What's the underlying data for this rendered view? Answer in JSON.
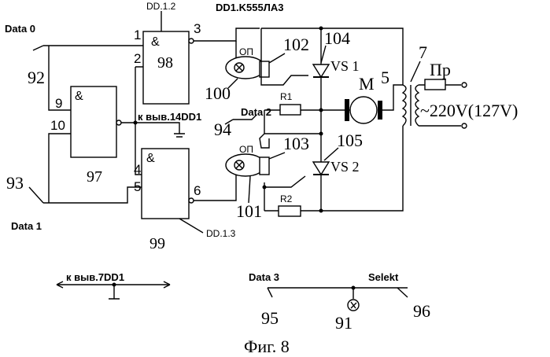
{
  "title_chip": "DD1.K555ЛА3",
  "gates": {
    "dd12": {
      "name": "DD.1.2",
      "symbol": "&",
      "ref": "98"
    },
    "dd13": {
      "name": "DD.1.3",
      "symbol": "&",
      "ref": "99"
    },
    "g97": {
      "symbol": "&",
      "ref": "97"
    }
  },
  "pins": {
    "p1": "1",
    "p2": "2",
    "p3": "3",
    "p4": "4",
    "p5": "5",
    "p6": "6",
    "p9": "9",
    "p10": "10"
  },
  "signals": {
    "data0": "Data 0",
    "data1": "Data 1",
    "data2": "Data 2",
    "data3": "Data 3",
    "selekt": "Selekt"
  },
  "refs": {
    "r92": "92",
    "r93": "93",
    "r94": "94",
    "r95": "95",
    "r96": "96",
    "r91": "91",
    "r100": "100",
    "r101": "101",
    "r102": "102",
    "r103": "103",
    "r104": "104",
    "r105": "105",
    "r5": "5",
    "r7": "7"
  },
  "parts": {
    "op1": "ОП",
    "op2": "ОП",
    "vs1": "VS 1",
    "vs2": "VS 2",
    "r1": "R1",
    "r2": "R2",
    "motor": "M",
    "fuse": "Пр",
    "mains": "~220V(127V)"
  },
  "notes": {
    "pin14": "к выв.14DD1",
    "pin7": "к выв.7DD1"
  },
  "caption": "Фиг. 8"
}
